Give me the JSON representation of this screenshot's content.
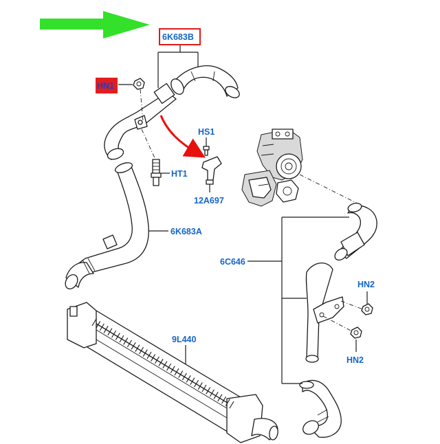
{
  "callouts": {
    "main_part": "6K683B",
    "hn1": "HN1",
    "hs1": "HS1",
    "ht1": "HT1",
    "sensor": "12A697",
    "pipe_a": "6K683A",
    "hose_group": "6C646",
    "hn2_top": "HN2",
    "hn2_bottom": "HN2",
    "intercooler": "9L440"
  },
  "colors": {
    "label_text": "#1565c8",
    "highlight_box": "#e01919",
    "hn1_fill": "#e51c1c",
    "pointer_arrow": "#33e02a",
    "curved_arrow": "#e80f0f"
  },
  "icons": {
    "pointer": "green-pointer-arrow-icon",
    "curved": "red-curved-arrow-icon"
  }
}
